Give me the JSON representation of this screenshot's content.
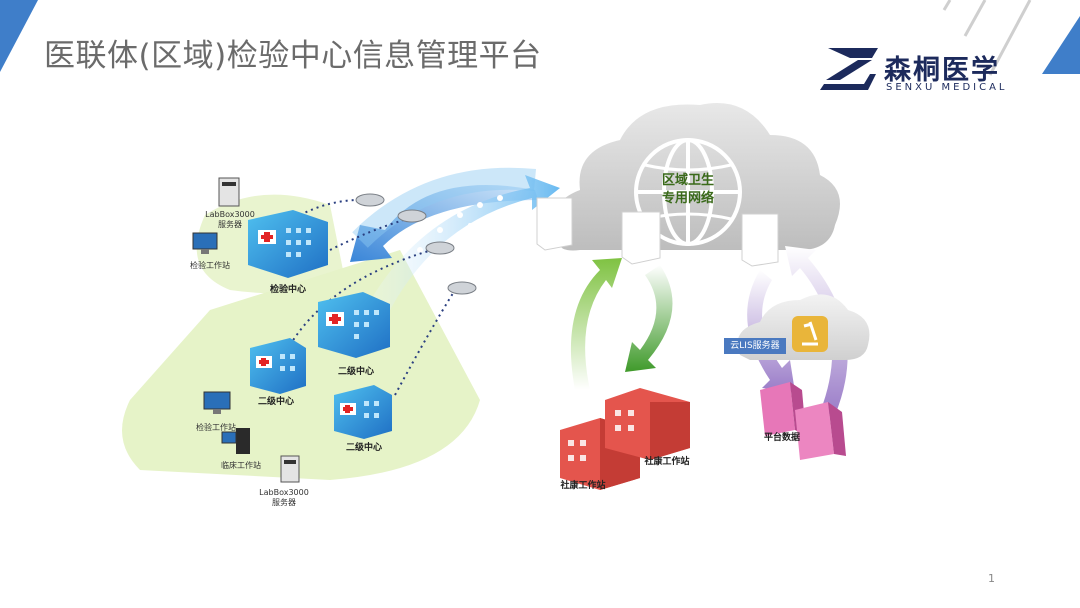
{
  "title": "医联体(区域)检验中心信息管理平台",
  "logo": {
    "cn": "森桐医学",
    "en": "SENXU MEDICAL"
  },
  "network": {
    "line1": "区域卫生",
    "line2": "专用网络"
  },
  "top_left": {
    "server_line1": "LabBox3000",
    "server_line2": "服务器",
    "workstation": "检验工作站",
    "center": "检验中心"
  },
  "bottom_left": {
    "secondary_1": "二级中心",
    "secondary_2": "二级中心",
    "secondary_3": "二级中心",
    "lab_ws": "检验工作站",
    "clinical_ws": "临床工作站",
    "server_line1": "LabBox3000",
    "server_line2": "服务器"
  },
  "community": {
    "ws_1": "社康工作站",
    "ws_2": "社康工作站"
  },
  "cloud_lis": "云LIS服务器",
  "platform_data": "平台数据",
  "page_number": "1",
  "colors": {
    "title": "#6b6b6b",
    "brand": "#1c2a5c",
    "accent_blue": "#2f7fd6",
    "green_zone": "#e6f3c8"
  }
}
